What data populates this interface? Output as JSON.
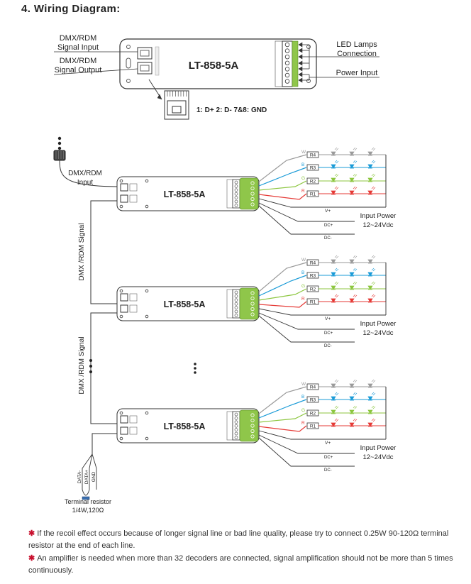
{
  "heading": "4. Wiring Diagram:",
  "model": "LT-858-5A",
  "top": {
    "dmx_in": [
      "DMX/RDM",
      "Signal Input"
    ],
    "dmx_out": [
      "DMX/RDM",
      "Signal Output"
    ],
    "led_lamps": [
      "LED Lamps",
      "Connection"
    ],
    "power_input": "Power Input",
    "pinout": "1: D+  2: D-  7&8: GND"
  },
  "chain": {
    "input_label": [
      "DMX/RDM",
      "Input"
    ],
    "vertical_label": "DMX /RDM Signal",
    "channels": [
      "W",
      "B",
      "G",
      "R"
    ],
    "resistors": [
      "R4",
      "R3",
      "R2",
      "R1"
    ],
    "vplus": "V+",
    "dcplus": "DC+",
    "dcminus": "DC-",
    "input_power": [
      "Input Power",
      "12~24Vdc"
    ],
    "terminal_resistor": [
      "Terminal resistor",
      "1/4W,120Ω"
    ],
    "wire_labels": [
      "DATA-",
      "DATA+",
      "GND"
    ]
  },
  "colors": {
    "W": "#9a9a9a",
    "B": "#1a9bd7",
    "G": "#8cc63f",
    "R": "#e53935",
    "terminal": "#8fc64a",
    "accent": "#c8102e"
  },
  "notes": [
    "If the recoil effect occurs because of longer signal line or bad line quality, please try to connect 0.25W 90-120Ω terminal resistor at the end of each line.",
    "An amplifier is needed when more than 32 decoders are connected, signal amplification should not be more than 5 times continuously."
  ]
}
